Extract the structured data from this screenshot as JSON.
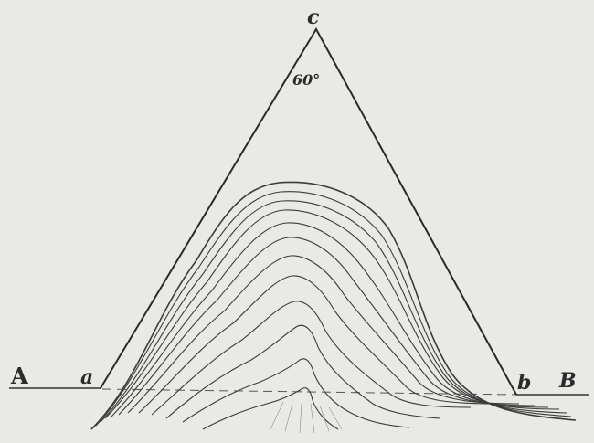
{
  "labels": {
    "apex": "c",
    "angle": "60°",
    "left_outer": "A",
    "left_inner": "a",
    "right_inner": "b",
    "right_outer": "B"
  }
}
